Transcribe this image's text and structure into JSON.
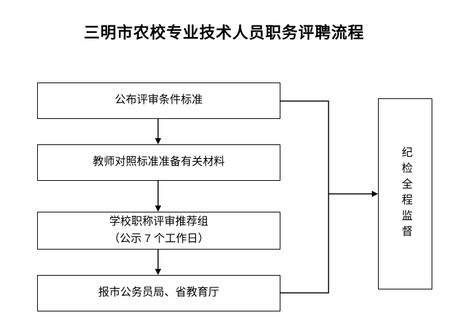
{
  "title": "三明市农校专业技术人员职务评聘流程",
  "flow": {
    "steps": [
      {
        "label": "公布评审条件标准"
      },
      {
        "label": "教师对照标准准备有关材料"
      },
      {
        "label": "学校职称评审推荐组",
        "sublabel": "（公示 7 个工作日）"
      },
      {
        "label": "报市公务员局、省教育厅"
      }
    ],
    "supervision": {
      "label": "纪检全程监督"
    }
  },
  "colors": {
    "line": "#000000",
    "background": "#ffffff",
    "text": "#000000"
  }
}
